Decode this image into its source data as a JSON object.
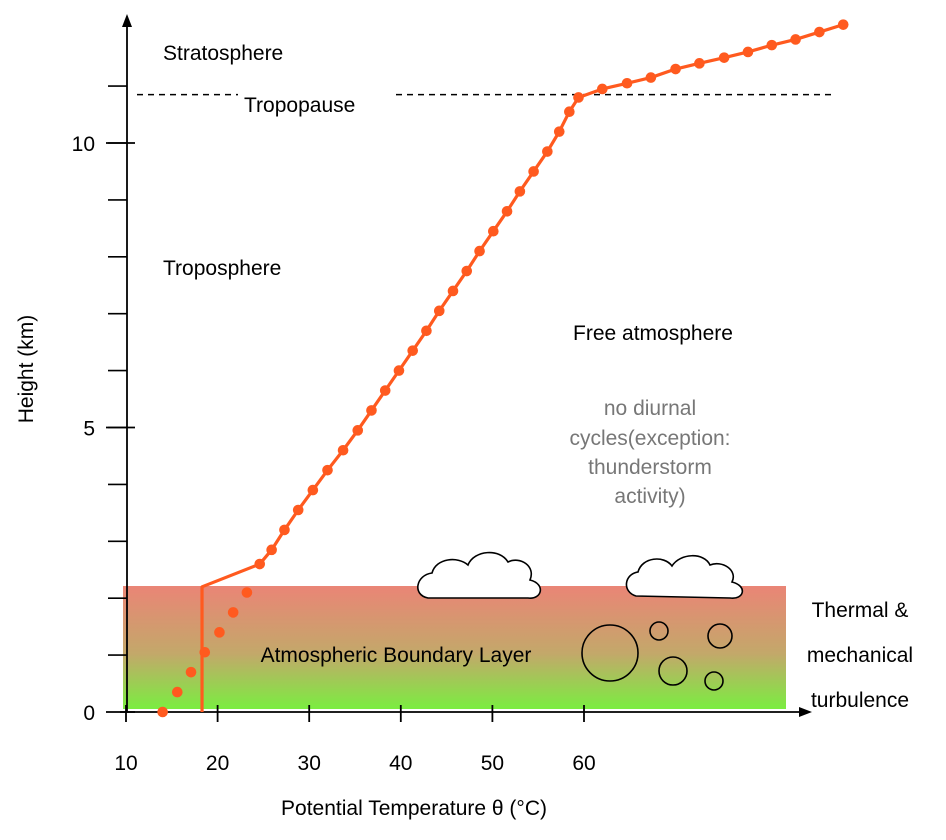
{
  "chart_data": {
    "type": "line",
    "xlabel": "Potential Temperature θ (°C)",
    "ylabel": "Height (km)",
    "x_ticks": [
      10,
      20,
      30,
      40,
      50,
      60
    ],
    "y_ticks": [
      0,
      5,
      10
    ],
    "xlim": [
      10,
      85
    ],
    "ylim": [
      0,
      12.2
    ],
    "series": [
      {
        "style": "solid-line-with-dots",
        "color": "#ff5a1f",
        "points": [
          [
            24.6,
            2.6
          ],
          [
            25.9,
            2.85
          ],
          [
            27.3,
            3.2
          ],
          [
            28.8,
            3.55
          ],
          [
            30.4,
            3.9
          ],
          [
            32.0,
            4.25
          ],
          [
            33.7,
            4.6
          ],
          [
            35.3,
            4.95
          ],
          [
            36.8,
            5.3
          ],
          [
            38.3,
            5.65
          ],
          [
            39.8,
            6.0
          ],
          [
            41.3,
            6.35
          ],
          [
            42.8,
            6.7
          ],
          [
            44.2,
            7.05
          ],
          [
            45.7,
            7.4
          ],
          [
            47.2,
            7.75
          ],
          [
            48.6,
            8.1
          ],
          [
            50.1,
            8.45
          ],
          [
            51.6,
            8.8
          ],
          [
            53.0,
            9.15
          ],
          [
            54.5,
            9.5
          ],
          [
            56.0,
            9.85
          ],
          [
            57.3,
            10.2
          ],
          [
            58.4,
            10.55
          ],
          [
            59.4,
            10.8
          ],
          [
            62.0,
            10.95
          ],
          [
            64.7,
            11.05
          ],
          [
            67.3,
            11.15
          ],
          [
            70.0,
            11.3
          ],
          [
            72.6,
            11.4
          ],
          [
            75.3,
            11.5
          ],
          [
            77.9,
            11.6
          ],
          [
            80.5,
            11.72
          ],
          [
            83.1,
            11.82
          ],
          [
            85.7,
            11.95
          ],
          [
            88.3,
            12.08
          ]
        ]
      },
      {
        "style": "dots-only",
        "color": "#ff5a1f",
        "points": [
          [
            14.0,
            0.0
          ],
          [
            15.6,
            0.35
          ],
          [
            17.1,
            0.7
          ],
          [
            18.6,
            1.05
          ],
          [
            20.2,
            1.4
          ],
          [
            21.7,
            1.75
          ],
          [
            23.2,
            2.1
          ]
        ]
      },
      {
        "style": "solid-line",
        "color": "#ff5a1f",
        "points": [
          [
            18.3,
            0.0
          ],
          [
            18.3,
            2.2
          ],
          [
            24.6,
            2.6
          ]
        ]
      }
    ],
    "reference_lines": [
      {
        "type": "horizontal-dashed",
        "y": 10.85,
        "label": "Tropopause"
      }
    ],
    "shaded_region": {
      "y": [
        0,
        2.2
      ],
      "colors": [
        "#ea8576",
        "#7bed41"
      ]
    }
  },
  "labels": {
    "stratosphere": "Stratosphere",
    "tropopause": "Tropopause",
    "troposphere": "Troposphere",
    "free_atmosphere": "Free atmosphere",
    "no_diurnal_lines": [
      "no diurnal",
      "cycles(exception:",
      "thunderstorm",
      "activity)"
    ],
    "abl": "Atmospheric Boundary Layer",
    "thermal_lines": [
      "Thermal &",
      "mechanical",
      "turbulence"
    ]
  },
  "colors": {
    "curve": "#ff5a1f",
    "abl_top": "#ea8576",
    "abl_bottom": "#7bed41",
    "note_text": "#777777"
  }
}
